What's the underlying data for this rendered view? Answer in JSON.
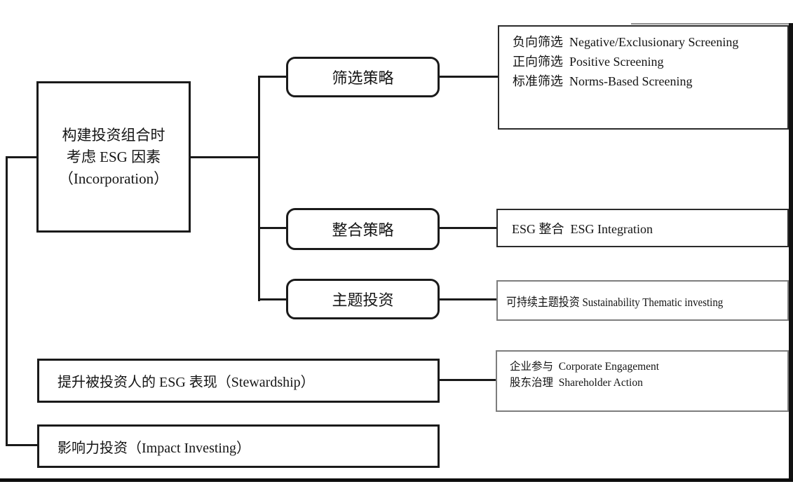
{
  "figure": {
    "incorporation": {
      "line1": "构建投资组合时",
      "line2": "考虑 ESG 因素",
      "line3": "（Incorporation）"
    },
    "strategies": {
      "screening": "筛选策略",
      "integration": "整合策略",
      "thematic": "主题投资"
    },
    "screening_detail": {
      "line1": "负向筛选  Negative/Exclusionary Screening",
      "line2": "正向筛选  Positive Screening",
      "line3": "标准筛选  Norms-Based Screening"
    },
    "integration_detail": "ESG 整合  ESG Integration",
    "thematic_detail": "可持续主题投资 Sustainability Thematic investing",
    "stewardship": "提升被投资人的 ESG 表现（Stewardship）",
    "stewardship_detail": {
      "line1": "企业参与  Corporate Engagement",
      "line2": "股东治理  Shareholder Action"
    },
    "impact": "影响力投资（Impact Investing）"
  },
  "colors": {
    "line": "#1a1a1a",
    "background": "#ffffff",
    "gray_border": "#7d7d7d"
  }
}
